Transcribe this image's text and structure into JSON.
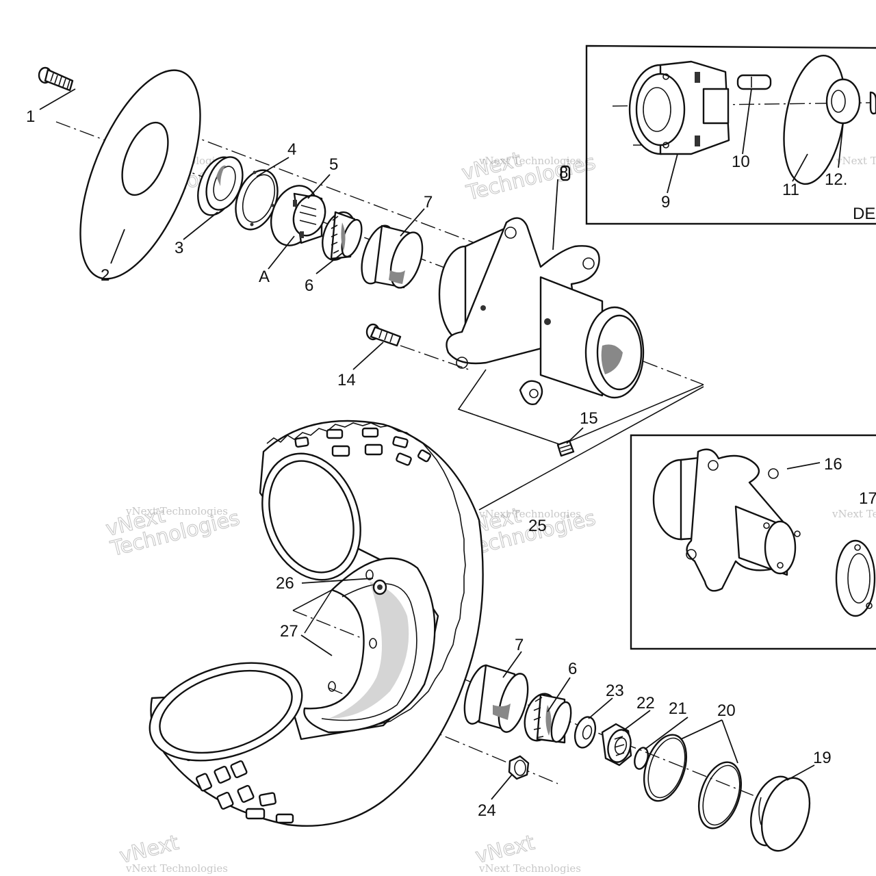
{
  "diagram": {
    "callouts": [
      {
        "id": "1",
        "label": "1"
      },
      {
        "id": "2",
        "label": "2"
      },
      {
        "id": "3",
        "label": "3"
      },
      {
        "id": "4",
        "label": "4"
      },
      {
        "id": "5",
        "label": "5"
      },
      {
        "id": "A",
        "label": "A"
      },
      {
        "id": "6a",
        "label": "6"
      },
      {
        "id": "7a",
        "label": "7"
      },
      {
        "id": "8",
        "label": "8"
      },
      {
        "id": "9",
        "label": "9"
      },
      {
        "id": "10",
        "label": "10"
      },
      {
        "id": "11",
        "label": "11"
      },
      {
        "id": "12",
        "label": "12."
      },
      {
        "id": "14",
        "label": "14"
      },
      {
        "id": "15",
        "label": "15"
      },
      {
        "id": "16",
        "label": "16"
      },
      {
        "id": "17",
        "label": "17"
      },
      {
        "id": "25",
        "label": "25"
      },
      {
        "id": "26",
        "label": "26"
      },
      {
        "id": "27",
        "label": "27"
      },
      {
        "id": "7b",
        "label": "7"
      },
      {
        "id": "6b",
        "label": "6"
      },
      {
        "id": "23",
        "label": "23"
      },
      {
        "id": "22",
        "label": "22"
      },
      {
        "id": "21",
        "label": "21"
      },
      {
        "id": "20",
        "label": "20"
      },
      {
        "id": "19",
        "label": "19"
      },
      {
        "id": "24",
        "label": "24"
      }
    ],
    "detail_label": "DE",
    "watermark": {
      "line1": "vNext Technologies",
      "line2": "vNext",
      "line3": "Technologies"
    }
  }
}
